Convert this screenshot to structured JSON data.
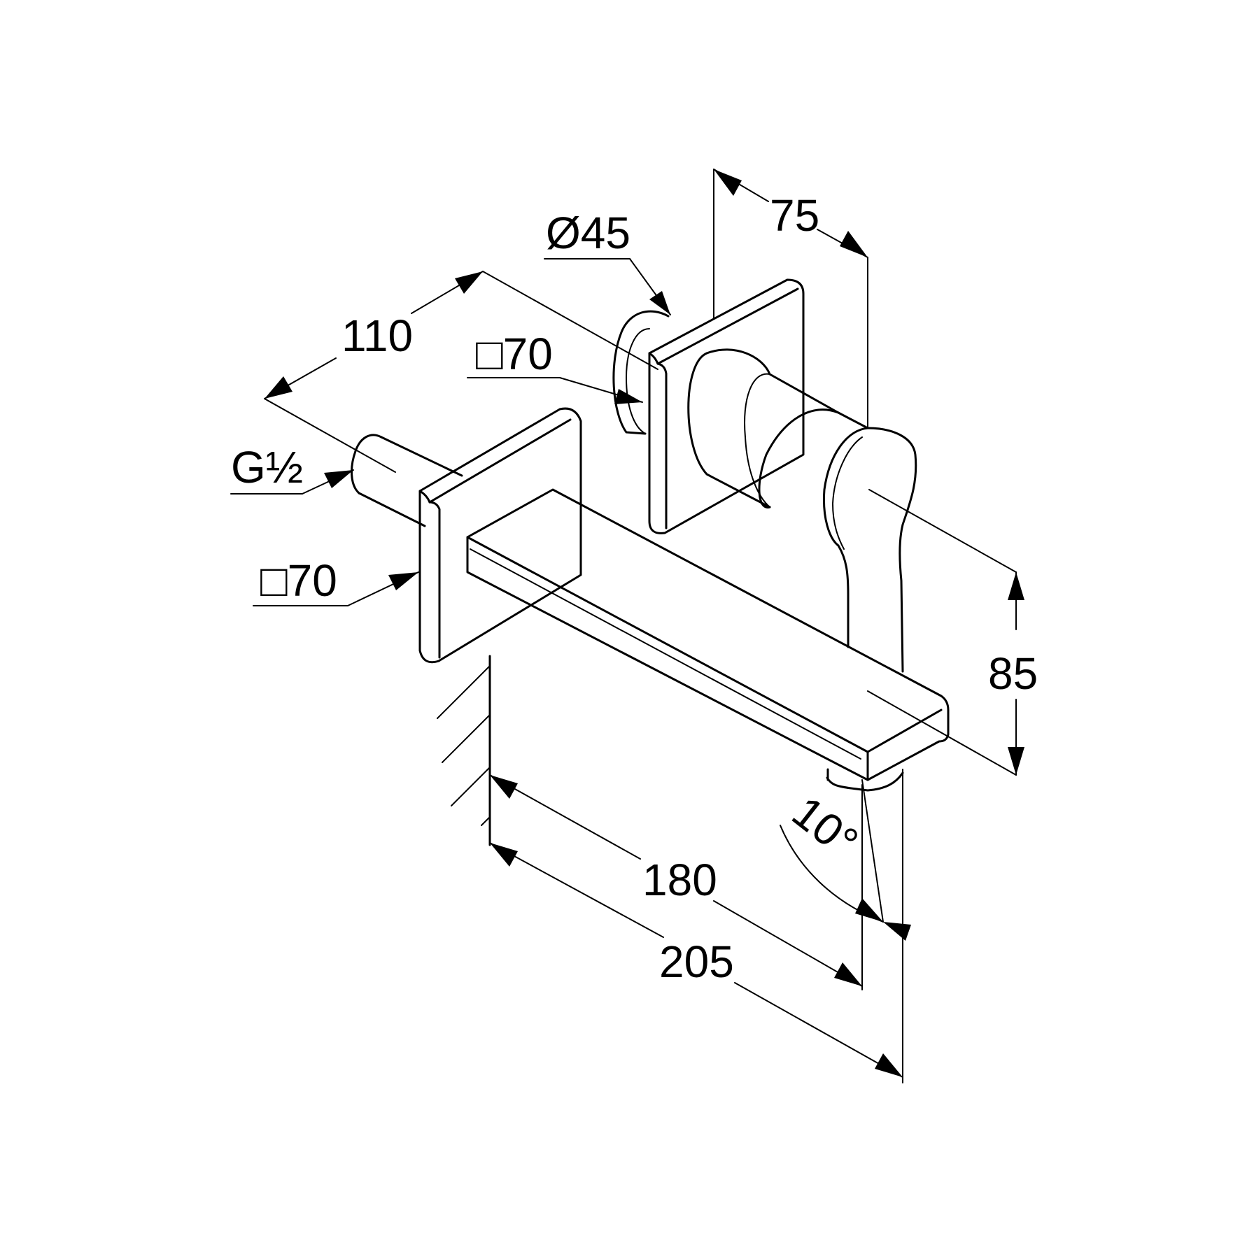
{
  "dimensions": {
    "dim_110": "110",
    "dim_75": "75",
    "dim_diameter_45": "Ø45",
    "dim_square_70_upper": "□70",
    "dim_square_70_lower": "□70",
    "dim_thread": "G½",
    "dim_85": "85",
    "dim_180": "180",
    "dim_205": "205",
    "dim_angle": "10°"
  },
  "colors": {
    "line": "#000000",
    "background": "#ffffff"
  }
}
